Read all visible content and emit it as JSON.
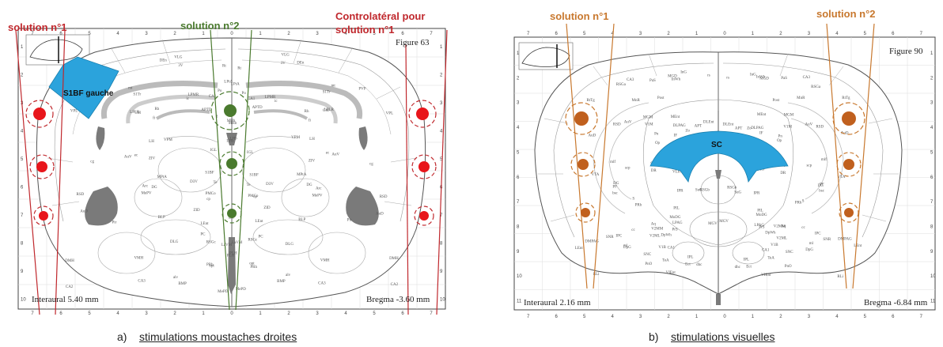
{
  "panel_a": {
    "figure_label": "Figure 63",
    "interaural": "Interaural 5.40 mm",
    "bregma": "Bregma -3.60 mm",
    "solution1_label": "solution n°1",
    "solution2_label": "solution n°2",
    "contra_label_line1": "Controlatéral pour",
    "contra_label_line2": "solution n°1",
    "region_label": "S1BF gauche",
    "caption_prefix": "a)",
    "caption_text": "stimulations moustaches droites",
    "colors": {
      "solution1": "#c0282d",
      "solution2": "#4a7a2e",
      "region": "#2ba3dc",
      "dots_red": "#e8161b",
      "dots_green": "#4a7a2e"
    }
  },
  "panel_b": {
    "figure_label": "Figure 90",
    "interaural": "Interaural 2.16 mm",
    "bregma": "Bregma -6.84 mm",
    "solution1_label": "solution n°1",
    "solution2_label": "solution n°2",
    "region_label": "SC",
    "caption_prefix": "b)",
    "caption_text": "stimulations visuelles",
    "colors": {
      "solution": "#c8782e",
      "region": "#2ba3dc",
      "dots": "#c0601e"
    }
  },
  "atlas_labels_a": [
    "LPtA",
    "MPtA",
    "RSD",
    "RSGc",
    "S1BF",
    "S1Tr",
    "CA1",
    "CA2",
    "CA3",
    "DG",
    "LPMR",
    "LPLR",
    "Po",
    "VPM",
    "VPL",
    "CM",
    "PC",
    "APTD",
    "Rt",
    "ZID",
    "ZIV",
    "PLH",
    "f",
    "mt",
    "VMH",
    "DMH",
    "Arc",
    "LH",
    "BLP",
    "BMP",
    "MePV",
    "MePD",
    "PMCo",
    "LaVM",
    "DEn",
    "Pir",
    "Rh",
    "3V",
    "D3V",
    "PVP",
    "MHb",
    "LHb",
    "DLG",
    "VLG",
    "IGL",
    "ec",
    "cg",
    "alv",
    "fi",
    "opt",
    "ic",
    "cp",
    "Te",
    "AuV",
    "AuD",
    "Ect",
    "PRh",
    "LEnt"
  ],
  "atlas_labels_b": [
    "V1M",
    "V2MM",
    "V2ML",
    "V1B",
    "RSD",
    "RSGb",
    "RSGa",
    "Zo",
    "SuG",
    "Op",
    "InG",
    "InWh",
    "DpG",
    "DpWh",
    "DLPAG",
    "DMPAG",
    "LPAG",
    "VLPAG",
    "DR",
    "MnR",
    "PnO",
    "RtTg",
    "Pn",
    "ml",
    "rs",
    "scp",
    "cp",
    "mlf",
    "CA1",
    "CA3",
    "DG",
    "MoDG",
    "Ect",
    "PRh",
    "DLEnt",
    "MEnt",
    "VIEnt",
    "LEnt",
    "APT",
    "PrS",
    "S",
    "AuD",
    "AuV",
    "TeA",
    "IPR",
    "IPC",
    "IPL",
    "IF",
    "VTA",
    "SNC",
    "SNR",
    "MGV",
    "MGD",
    "MGM",
    "PIL",
    "cc",
    "dhc",
    "bsc",
    "Post",
    "PaS",
    "Aq",
    "PF",
    "RLi",
    "CLi"
  ],
  "tick_numbers_top": [
    "7",
    "6",
    "5",
    "4",
    "3",
    "2",
    "1",
    "0",
    "1",
    "2",
    "3",
    "4",
    "5",
    "6",
    "7"
  ],
  "tick_numbers_side": [
    "1",
    "2",
    "3",
    "4",
    "5",
    "6",
    "7",
    "8",
    "9",
    "10"
  ],
  "tick_numbers_b_side": [
    "1",
    "2",
    "3",
    "4",
    "5",
    "6",
    "7",
    "8",
    "9",
    "10",
    "11"
  ]
}
